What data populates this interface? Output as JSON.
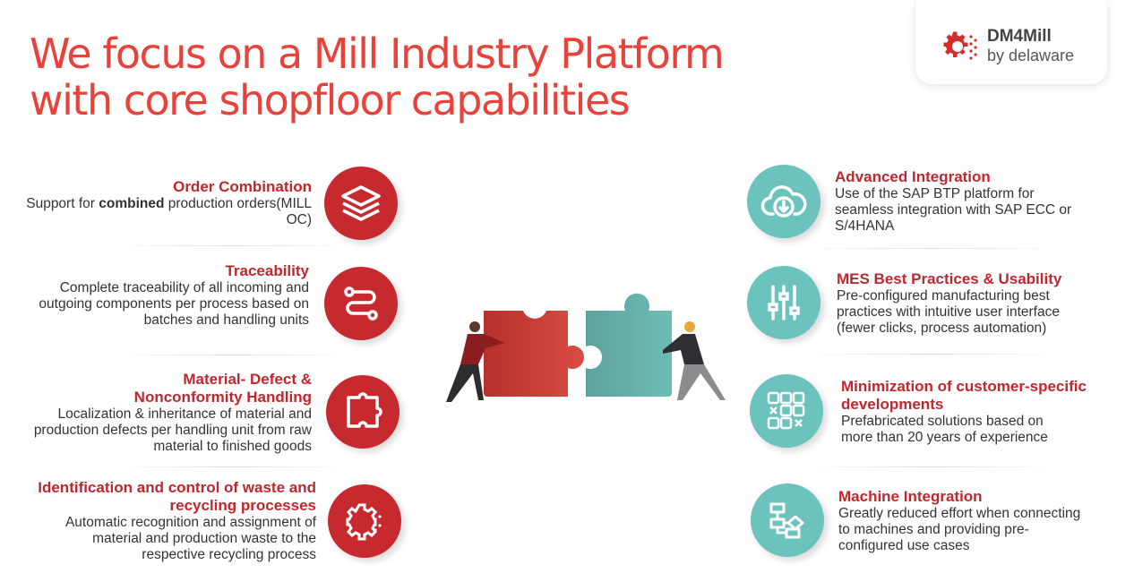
{
  "title": {
    "line1": "We focus on a Mill Industry Platform",
    "line2": "with core shopfloor capabilities"
  },
  "logo": {
    "name": "DM4Mill",
    "sub": "by delaware"
  },
  "colors": {
    "title": "#e8423a",
    "heading": "#c0272d",
    "red": "#c62a2f",
    "teal": "#6cc3bd"
  },
  "left": [
    {
      "title": "Order Combination",
      "text_pre": "Support for ",
      "text_bold": "combined",
      "text_post": " production orders(MILL OC)",
      "icon": "layers-icon"
    },
    {
      "title": "Traceability",
      "text": "Complete traceability of all incoming and outgoing components per process based on batches and handling units",
      "icon": "route-icon"
    },
    {
      "title": "Material- Defect & Nonconformity Handling",
      "text": "Localization & inheritance of material and production defects per handling unit from raw material to finished goods",
      "icon": "puzzle-piece-icon"
    },
    {
      "title": "Identification and control of waste and recycling processes",
      "text": "Automatic recognition and assignment of material and production waste to the respective recycling process",
      "icon": "gear-dots-icon"
    }
  ],
  "right": [
    {
      "title": "Advanced Integration",
      "text": "Use of the SAP BTP platform for seamless integration with SAP ECC or S/4HANA",
      "icon": "cloud-download-icon"
    },
    {
      "title": "MES Best Practices & Usability",
      "text": "Pre-configured manufacturing best practices with intuitive user interface (fewer clicks, process automation)",
      "icon": "sliders-icon"
    },
    {
      "title": "Minimization of customer-specific developments",
      "text": "Prefabricated solutions based on more than 20 years of experience",
      "icon": "grid-icon"
    },
    {
      "title": "Machine Integration",
      "text": "Greatly reduced effort when connecting to machines and providing pre-configured use cases",
      "icon": "flowchart-icon"
    }
  ]
}
